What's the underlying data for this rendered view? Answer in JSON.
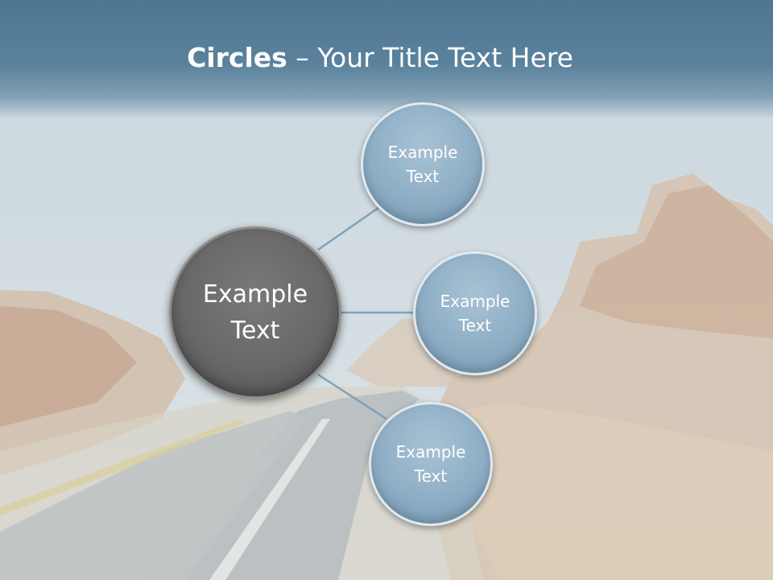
{
  "title": {
    "bold": "Circles",
    "rest": " – Your Title Text Here"
  },
  "diagram": {
    "center": {
      "label": "Example\nText"
    },
    "nodes": [
      {
        "label": "Example\nText"
      },
      {
        "label": "Example\nText"
      },
      {
        "label": "Example\nText"
      }
    ]
  },
  "colors": {
    "title_bar": "#5a829c",
    "center_circle": "#666666",
    "node_circle": "#8eaec5",
    "connector": "#7fa1b8"
  }
}
